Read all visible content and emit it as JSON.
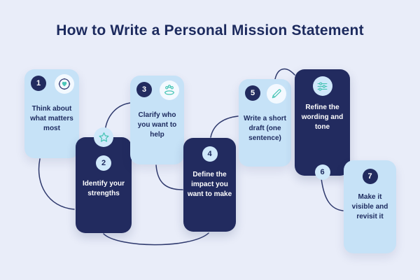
{
  "title": "How to Write a Personal Mission Statement",
  "colors": {
    "background": "#e9edf9",
    "card_light": "#c6e2f7",
    "card_dark": "#222b5f",
    "accent_teal": "#49c5b6",
    "text_dark": "#1c2a5e",
    "text_light": "#ffffff"
  },
  "steps": [
    {
      "number": "1",
      "label": "Think about what matters most",
      "icon": "compass-heart-icon",
      "variant": "light"
    },
    {
      "number": "2",
      "label": "Identify your strengths",
      "icon": "star-icon",
      "variant": "dark"
    },
    {
      "number": "3",
      "label": "Clarify who you want to help",
      "icon": "helping-hands-icon",
      "variant": "light"
    },
    {
      "number": "4",
      "label": "Define the impact you want to make",
      "icon": "",
      "variant": "dark"
    },
    {
      "number": "5",
      "label": "Write a short draft (one sentence)",
      "icon": "pencil-icon",
      "variant": "light"
    },
    {
      "number": "6",
      "label": "Refine the wording and tone",
      "icon": "sliders-icon",
      "variant": "dark"
    },
    {
      "number": "7",
      "label": "Make it visible and revisit it",
      "icon": "",
      "variant": "light"
    }
  ]
}
